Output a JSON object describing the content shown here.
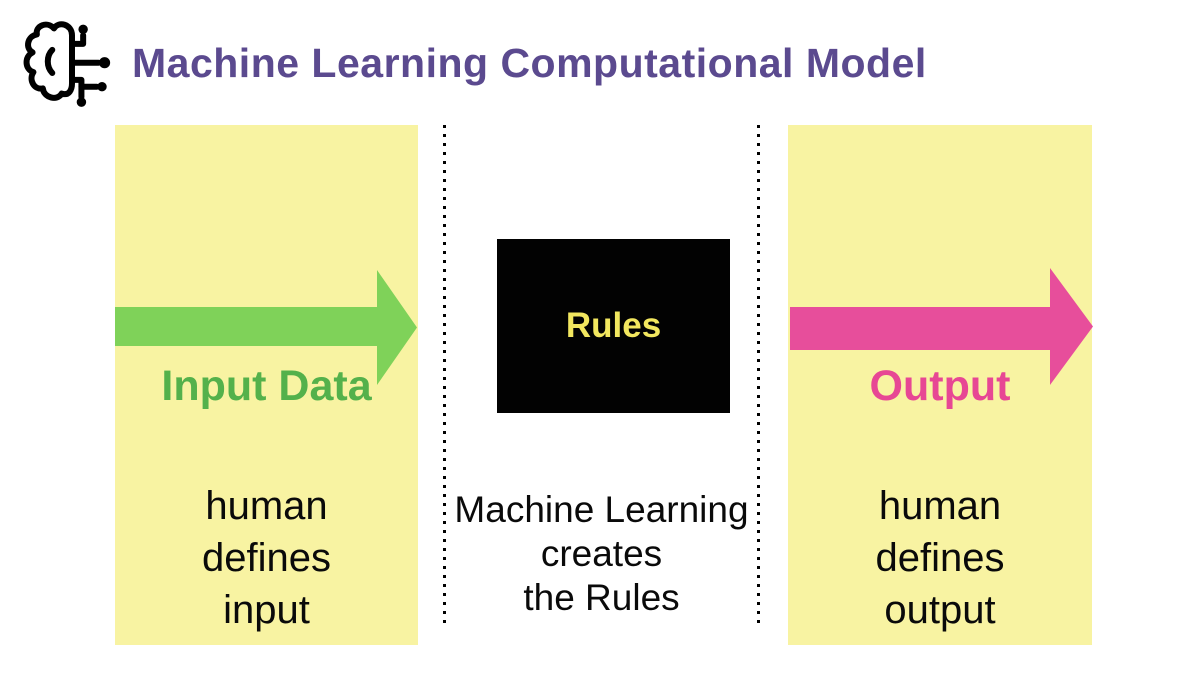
{
  "header": {
    "title": "Machine Learning Computational Model",
    "title_color": "#5B4A8F",
    "icon": "brain-circuit-icon",
    "icon_color": "#000000"
  },
  "columns": {
    "input": {
      "label": "Input Data",
      "label_color": "#54B14B",
      "arrow_color": "#7FD259",
      "panel_color": "#F8F3A2",
      "description": [
        "human",
        "defines",
        "input"
      ]
    },
    "process": {
      "rules_label": "Rules",
      "rules_label_color": "#F2E75F",
      "rules_box_color": "#020202",
      "divider_style": "black-dotted-vertical",
      "description": [
        "Machine Learning",
        "creates",
        "the Rules"
      ]
    },
    "output": {
      "label": "Output",
      "label_color": "#E74794",
      "arrow_color": "#E74E9B",
      "panel_color": "#F8F3A2",
      "description": [
        "human",
        "defines",
        "output"
      ]
    }
  }
}
